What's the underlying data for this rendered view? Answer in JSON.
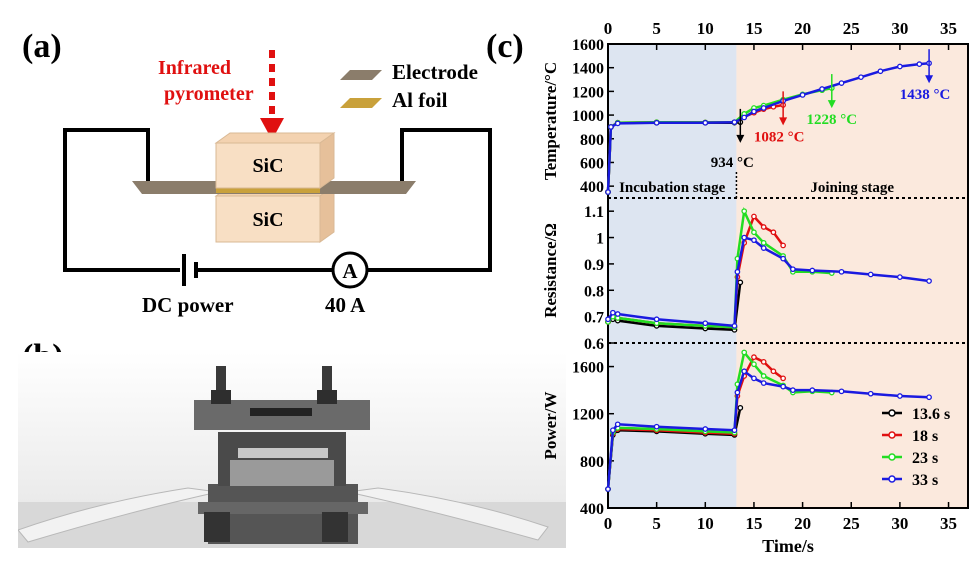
{
  "panels": {
    "a": "(a)",
    "b": "(b)",
    "c": "(c)"
  },
  "schematic": {
    "pyrometer_line1": "Infrared",
    "pyrometer_line2": "pyrometer",
    "legend_electrode": "Electrode",
    "legend_foil": "Al foil",
    "sic_top": "SiC",
    "sic_bottom": "SiC",
    "ammeter_symbol": "A",
    "power_label": "DC power",
    "current_label": "40 A"
  },
  "colors": {
    "electrode": "#8b7d6b",
    "foil": "#c9a13b",
    "sic": "#f8dfc4",
    "incubation_bg": "#dde5f1",
    "joining_bg": "#fbe9dd",
    "black_series": "#000000",
    "red_series": "#e01010",
    "green_series": "#22dd22",
    "blue_series": "#1a1ae0"
  },
  "chart_data": {
    "type": "line",
    "xlabel": "Time/s",
    "xlim": [
      0,
      37
    ],
    "xticks": [
      0,
      5,
      10,
      15,
      20,
      25,
      30,
      35
    ],
    "stage_boundary": 13.2,
    "stage_labels": [
      "Incubation stage",
      "Joining stage"
    ],
    "legend": {
      "position": "bottom-right",
      "entries": [
        "13.6 s",
        "18 s",
        "23 s",
        "33 s"
      ]
    },
    "subplots": [
      {
        "ylabel": "Temperature/°C",
        "ylim": [
          300,
          1600
        ],
        "yticks": [
          400,
          600,
          800,
          1000,
          1200,
          1400,
          1600
        ],
        "series": [
          {
            "name": "13.6 s",
            "color": "#000000",
            "points": [
              [
                0,
                350
              ],
              [
                0.3,
                900
              ],
              [
                1,
                935
              ],
              [
                5,
                935
              ],
              [
                10,
                935
              ],
              [
                13,
                936
              ],
              [
                13.6,
                940
              ]
            ]
          },
          {
            "name": "18 s",
            "color": "#e01010",
            "points": [
              [
                0,
                350
              ],
              [
                0.3,
                900
              ],
              [
                1,
                935
              ],
              [
                5,
                940
              ],
              [
                10,
                938
              ],
              [
                13,
                940
              ],
              [
                14,
                985
              ],
              [
                15,
                1020
              ],
              [
                16,
                1050
              ],
              [
                17,
                1070
              ],
              [
                18,
                1085
              ]
            ]
          },
          {
            "name": "23 s",
            "color": "#22dd22",
            "points": [
              [
                0,
                350
              ],
              [
                0.3,
                900
              ],
              [
                1,
                935
              ],
              [
                5,
                940
              ],
              [
                10,
                938
              ],
              [
                13,
                940
              ],
              [
                14,
                1010
              ],
              [
                15,
                1060
              ],
              [
                16,
                1080
              ],
              [
                18,
                1130
              ],
              [
                20,
                1175
              ],
              [
                22,
                1210
              ],
              [
                23,
                1228
              ]
            ]
          },
          {
            "name": "33 s",
            "color": "#1a1ae0",
            "points": [
              [
                0,
                350
              ],
              [
                0.3,
                900
              ],
              [
                1,
                930
              ],
              [
                5,
                935
              ],
              [
                10,
                935
              ],
              [
                13,
                940
              ],
              [
                14,
                980
              ],
              [
                15,
                1030
              ],
              [
                16,
                1060
              ],
              [
                18,
                1120
              ],
              [
                20,
                1170
              ],
              [
                22,
                1220
              ],
              [
                24,
                1270
              ],
              [
                26,
                1320
              ],
              [
                28,
                1370
              ],
              [
                30,
                1410
              ],
              [
                32,
                1430
              ],
              [
                33,
                1438
              ]
            ]
          }
        ],
        "annotations": [
          {
            "text": "934 °C",
            "x": 13.6,
            "y": 934,
            "color": "#000000"
          },
          {
            "text": "1082 °C",
            "x": 18,
            "y": 1082,
            "color": "#e01010"
          },
          {
            "text": "1228 °C",
            "x": 23,
            "y": 1228,
            "color": "#22dd22"
          },
          {
            "text": "1438 °C",
            "x": 33,
            "y": 1438,
            "color": "#1a1ae0"
          }
        ]
      },
      {
        "ylabel": "Resistance/Ω",
        "ylim": [
          0.6,
          1.15
        ],
        "yticks": [
          0.6,
          0.7,
          0.8,
          0.9,
          1.0,
          1.1
        ],
        "series": [
          {
            "name": "13.6 s",
            "color": "#000000",
            "points": [
              [
                0,
                0.68
              ],
              [
                0.5,
                0.69
              ],
              [
                1,
                0.685
              ],
              [
                5,
                0.665
              ],
              [
                10,
                0.655
              ],
              [
                13,
                0.65
              ],
              [
                13.6,
                0.83
              ]
            ]
          },
          {
            "name": "18 s",
            "color": "#e01010",
            "points": [
              [
                0,
                0.68
              ],
              [
                0.5,
                0.7
              ],
              [
                1,
                0.695
              ],
              [
                5,
                0.675
              ],
              [
                10,
                0.665
              ],
              [
                13,
                0.66
              ],
              [
                13.3,
                0.85
              ],
              [
                14,
                0.98
              ],
              [
                15,
                1.08
              ],
              [
                16,
                1.04
              ],
              [
                17,
                1.02
              ],
              [
                18,
                0.97
              ]
            ]
          },
          {
            "name": "23 s",
            "color": "#22dd22",
            "points": [
              [
                0,
                0.68
              ],
              [
                0.5,
                0.7
              ],
              [
                1,
                0.695
              ],
              [
                5,
                0.675
              ],
              [
                10,
                0.665
              ],
              [
                13,
                0.66
              ],
              [
                13.3,
                0.92
              ],
              [
                14,
                1.1
              ],
              [
                15,
                1.02
              ],
              [
                16,
                0.98
              ],
              [
                18,
                0.93
              ],
              [
                19,
                0.87
              ],
              [
                21,
                0.87
              ],
              [
                23,
                0.865
              ]
            ]
          },
          {
            "name": "33 s",
            "color": "#1a1ae0",
            "points": [
              [
                0,
                0.69
              ],
              [
                0.5,
                0.715
              ],
              [
                1,
                0.71
              ],
              [
                5,
                0.69
              ],
              [
                10,
                0.675
              ],
              [
                13,
                0.665
              ],
              [
                13.3,
                0.87
              ],
              [
                14,
                1.0
              ],
              [
                15,
                0.99
              ],
              [
                16,
                0.96
              ],
              [
                18,
                0.92
              ],
              [
                19,
                0.88
              ],
              [
                21,
                0.875
              ],
              [
                24,
                0.87
              ],
              [
                27,
                0.86
              ],
              [
                30,
                0.85
              ],
              [
                33,
                0.835
              ]
            ]
          }
        ]
      },
      {
        "ylabel": "Power/W",
        "ylim": [
          400,
          1800
        ],
        "yticks": [
          400,
          800,
          1200,
          1600
        ],
        "series": [
          {
            "name": "13.6 s",
            "color": "#000000",
            "points": [
              [
                0,
                560
              ],
              [
                0.5,
                1020
              ],
              [
                1,
                1060
              ],
              [
                5,
                1050
              ],
              [
                10,
                1030
              ],
              [
                13,
                1020
              ],
              [
                13.6,
                1250
              ]
            ]
          },
          {
            "name": "18 s",
            "color": "#e01010",
            "points": [
              [
                0,
                560
              ],
              [
                0.5,
                1030
              ],
              [
                1,
                1070
              ],
              [
                5,
                1060
              ],
              [
                10,
                1040
              ],
              [
                13,
                1030
              ],
              [
                13.3,
                1350
              ],
              [
                14,
                1520
              ],
              [
                15,
                1680
              ],
              [
                16,
                1640
              ],
              [
                17,
                1560
              ],
              [
                18,
                1500
              ]
            ]
          },
          {
            "name": "23 s",
            "color": "#22dd22",
            "points": [
              [
                0,
                560
              ],
              [
                0.5,
                1040
              ],
              [
                1,
                1080
              ],
              [
                5,
                1070
              ],
              [
                10,
                1050
              ],
              [
                13,
                1040
              ],
              [
                13.3,
                1450
              ],
              [
                14,
                1720
              ],
              [
                15,
                1620
              ],
              [
                16,
                1520
              ],
              [
                18,
                1440
              ],
              [
                19,
                1380
              ],
              [
                21,
                1390
              ],
              [
                23,
                1380
              ]
            ]
          },
          {
            "name": "33 s",
            "color": "#1a1ae0",
            "points": [
              [
                0,
                560
              ],
              [
                0.5,
                1060
              ],
              [
                1,
                1110
              ],
              [
                5,
                1090
              ],
              [
                10,
                1070
              ],
              [
                13,
                1060
              ],
              [
                13.3,
                1380
              ],
              [
                14,
                1560
              ],
              [
                15,
                1500
              ],
              [
                16,
                1460
              ],
              [
                18,
                1430
              ],
              [
                19,
                1400
              ],
              [
                21,
                1400
              ],
              [
                24,
                1390
              ],
              [
                27,
                1370
              ],
              [
                30,
                1350
              ],
              [
                33,
                1340
              ]
            ]
          }
        ]
      }
    ]
  }
}
